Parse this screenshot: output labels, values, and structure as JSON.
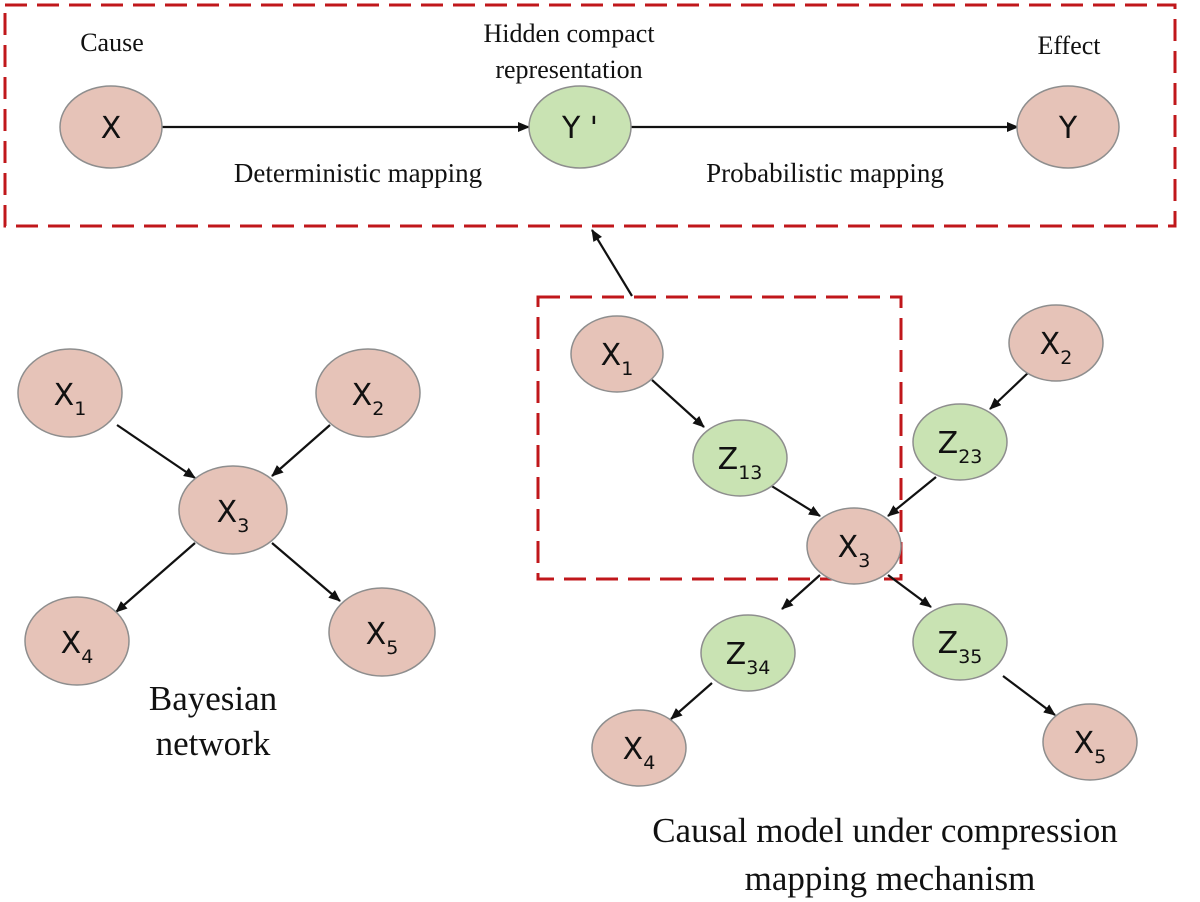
{
  "colors": {
    "cause_node": "#e6c3b8",
    "hidden_node": "#c9e3b3",
    "node_stroke": "#8e8e8e",
    "dashed_box": "#c0171b",
    "edge": "#111111"
  },
  "top_panel": {
    "cause_caption": "Cause",
    "hidden_caption_line1": "Hidden compact",
    "hidden_caption_line2": "representation",
    "effect_caption": "Effect",
    "deterministic_label": "Deterministic mapping",
    "probabilistic_label": "Probabilistic mapping",
    "node_x": "X",
    "node_yprime": "Y '",
    "node_y": "Y"
  },
  "bayesian": {
    "caption_line1": "Bayesian",
    "caption_line2": "network",
    "nodes": [
      {
        "base": "X",
        "sub": "1"
      },
      {
        "base": "X",
        "sub": "2"
      },
      {
        "base": "X",
        "sub": "3"
      },
      {
        "base": "X",
        "sub": "4"
      },
      {
        "base": "X",
        "sub": "5"
      }
    ]
  },
  "causal": {
    "caption_line1": "Causal model under compression",
    "caption_line2": "mapping mechanism",
    "nodes": [
      {
        "base": "X",
        "sub": "1"
      },
      {
        "base": "X",
        "sub": "2"
      },
      {
        "base": "Z",
        "sub": "13"
      },
      {
        "base": "Z",
        "sub": "23"
      },
      {
        "base": "X",
        "sub": "3"
      },
      {
        "base": "Z",
        "sub": "34"
      },
      {
        "base": "Z",
        "sub": "35"
      },
      {
        "base": "X",
        "sub": "4"
      },
      {
        "base": "X",
        "sub": "5"
      }
    ]
  }
}
